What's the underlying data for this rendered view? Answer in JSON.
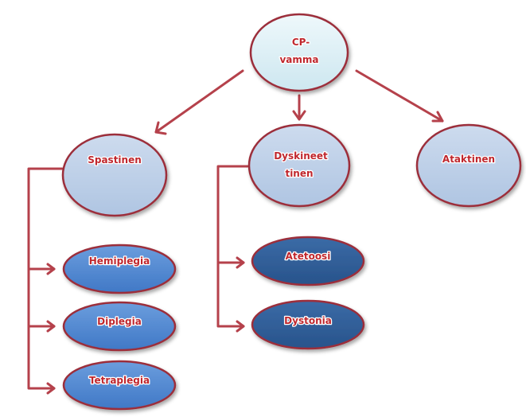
{
  "diagram": {
    "root": {
      "line1": "CP-",
      "line2": "vamma"
    },
    "types": {
      "spastinen": "Spastinen",
      "dyskineettinen": {
        "line1": "Dyskineet",
        "line2": "tinen"
      },
      "ataktinen": "Ataktinen"
    },
    "spastic_subtypes": [
      "Hemiplegia",
      "Diplegia",
      "Tetraplegia"
    ],
    "dyskinetic_subtypes": [
      "Atetoosi",
      "Dystonia"
    ]
  },
  "colors": {
    "root_fill": "#d4ecf3",
    "type_fill": "#b9cde6",
    "spastic_sub_fill": "#4f87d0",
    "dyskinetic_sub_fill": "#2f5f9a",
    "border": "#9c2f3a",
    "connector": "#b5414b",
    "label": "#c0272d"
  }
}
